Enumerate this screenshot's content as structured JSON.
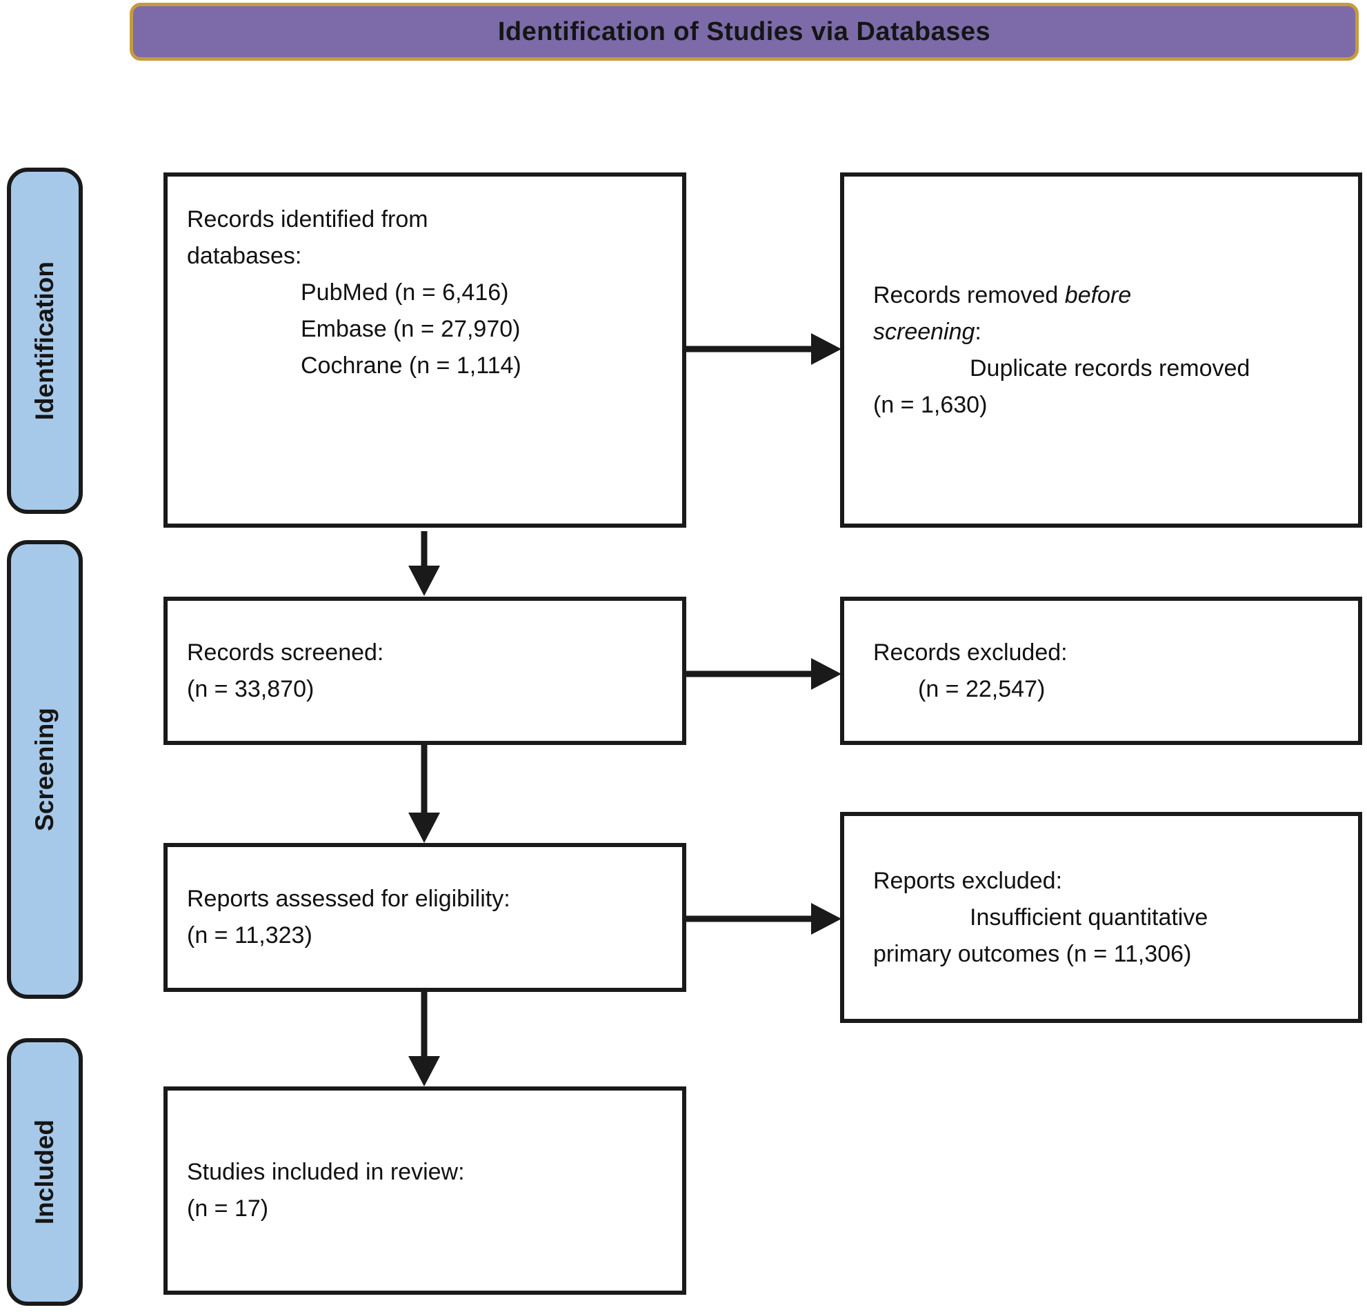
{
  "header": {
    "title": "Identification of Studies via Databases"
  },
  "stages": [
    {
      "label": "Identification"
    },
    {
      "label": "Screening"
    },
    {
      "label": "Included"
    }
  ],
  "boxes": {
    "identified": {
      "lines": [
        "Records identified from",
        "databases:"
      ],
      "items": [
        "PubMed (n = 6,416)",
        "Embase (n = 27,970)",
        "Cochrane (n = 1,114)"
      ]
    },
    "removed": {
      "line1_text": "Records removed ",
      "line1_italic": "before",
      "line2_italic": "screening",
      "line2_suffix": ":",
      "detail": "Duplicate records removed",
      "count": "(n = 1,630)"
    },
    "screened": {
      "lines": [
        "Records screened:",
        "(n = 33,870)"
      ]
    },
    "records_excluded": {
      "line1": "Records excluded:",
      "count": "(n = 22,547)"
    },
    "assessed": {
      "lines": [
        "Reports assessed for eligibility:",
        "(n = 11,323)"
      ]
    },
    "reports_excluded": {
      "line1": "Reports excluded:",
      "detail": "Insufficient quantitative",
      "line3": "primary outcomes (n = 11,306)"
    },
    "included_box": {
      "lines": [
        "Studies included in review:",
        "(n = 17)"
      ]
    }
  },
  "colors": {
    "header_fill": "#7c6ba8",
    "header_border": "#c69b3d",
    "stage_label_fill": "#a6c9e9",
    "box_border": "#1a1a1a",
    "arrow": "#1a1a1a",
    "text": "#111111"
  }
}
